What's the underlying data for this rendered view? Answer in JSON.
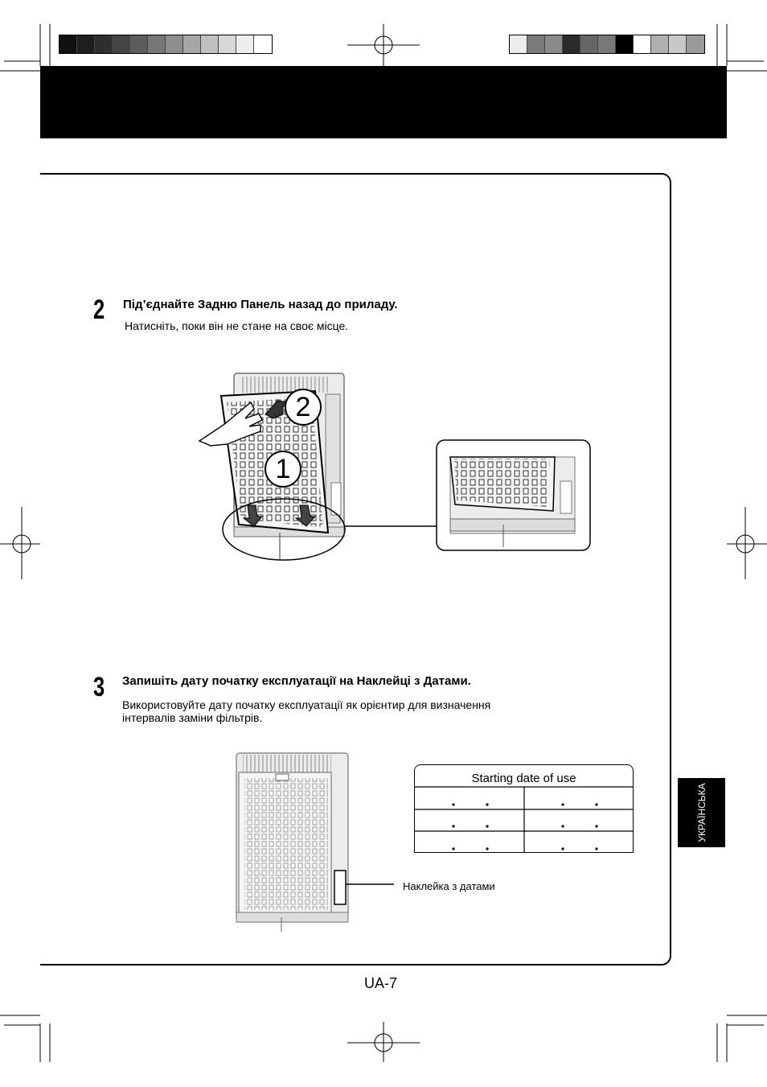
{
  "color_bars": {
    "left": [
      "#111111",
      "#1e1e1e",
      "#2e2e2e",
      "#444444",
      "#5c5c5c",
      "#767676",
      "#8e8e8e",
      "#a6a6a6",
      "#c0c0c0",
      "#d8d8d8",
      "#eeeeee",
      "#ffffff"
    ],
    "right": [
      "#ececec",
      "#7a7a7a",
      "#8a8a8a",
      "#2b2b2b",
      "#666666",
      "#787878",
      "#000000",
      "#ffffff",
      "#b0b0b0",
      "#c8c8c8",
      "#9a9a9a"
    ]
  },
  "step2": {
    "number": "2",
    "title": "Під’єднайте Задню Панель назад до приладу.",
    "description": "Натисніть, поки він не стане на своє місце.",
    "callouts": [
      "1",
      "2"
    ]
  },
  "step3": {
    "number": "3",
    "title": "Запишіть дату початку експлуатації на Наклейці з Датами.",
    "description_lines": [
      "Використовуйте дату початку експлуатації як орієнтир для визначення",
      "інтервалів заміни фільтрів."
    ]
  },
  "date_sticker": {
    "header": "Starting date of use",
    "rows": 3,
    "columns": 2
  },
  "sticker_label": "Наклейка з датами",
  "language_tab": "УКРАЇНСЬКА",
  "page_number": "UA-7"
}
